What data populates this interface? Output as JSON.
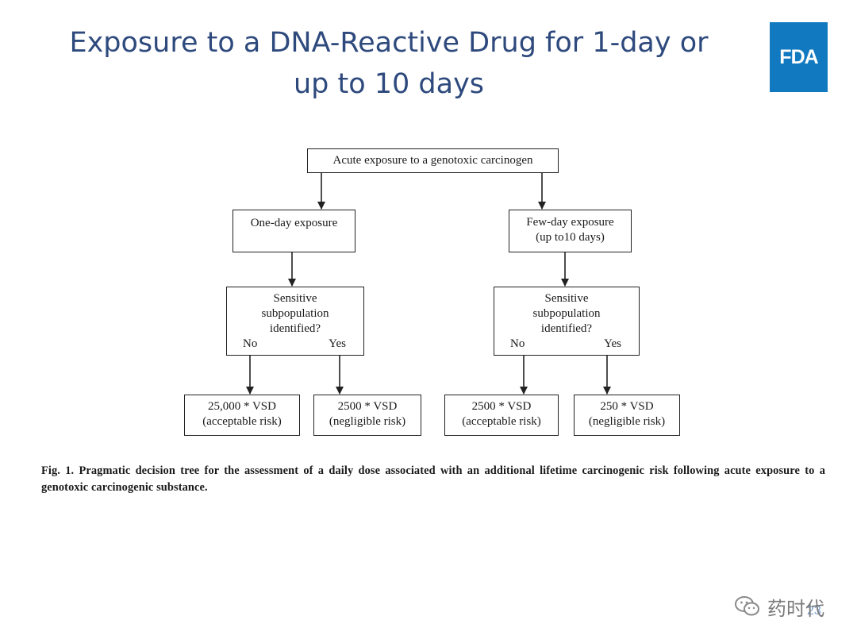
{
  "slide": {
    "title_line1": "Exposure to a DNA-Reactive Drug for 1-day or",
    "title_line2": "up to 10 days",
    "logo_text": "FDA",
    "page_number": "23"
  },
  "diagram": {
    "root": "Acute exposure to a genotoxic carcinogen",
    "left_branch": {
      "label": "One-day exposure",
      "question_line1": "Sensitive",
      "question_line2": "subpopulation",
      "question_line3": "identified?",
      "no_label": "No",
      "yes_label": "Yes",
      "outcome_no_line1": "25,000 * VSD",
      "outcome_no_line2": "(acceptable risk)",
      "outcome_yes_line1": "2500 * VSD",
      "outcome_yes_line2": "(negligible risk)"
    },
    "right_branch": {
      "label_line1": "Few-day exposure",
      "label_line2": "(up to10 days)",
      "question_line1": "Sensitive",
      "question_line2": "subpopulation",
      "question_line3": "identified?",
      "no_label": "No",
      "yes_label": "Yes",
      "outcome_no_line1": "2500 * VSD",
      "outcome_no_line2": "(acceptable risk)",
      "outcome_yes_line1": "250 * VSD",
      "outcome_yes_line2": "(negligible risk)"
    }
  },
  "caption": "Fig. 1. Pragmatic decision tree for the assessment of a daily dose associated with an additional lifetime carcinogenic risk following acute exposure to a genotoxic carcinogenic substance.",
  "watermark": {
    "text": "药时代",
    "icon": "wechat-icon"
  },
  "colors": {
    "title": "#2e4a7d",
    "logo_bg": "#1079bf",
    "page_number": "#7ba1d6"
  }
}
